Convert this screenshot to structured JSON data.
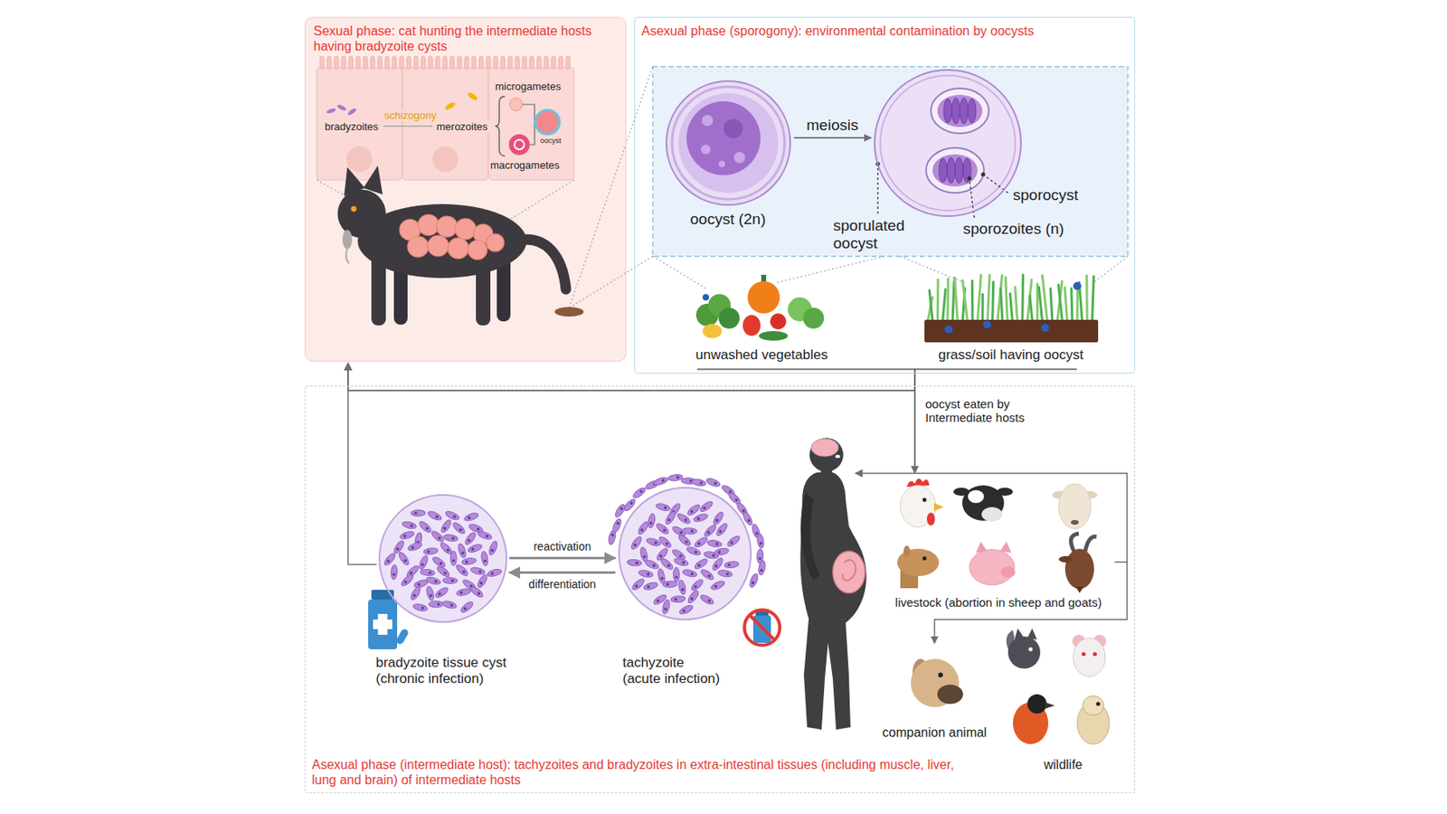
{
  "diagram": {
    "nodes": [
      {
        "text": [
          "Sexual phase: cat hunting the intermediate hosts having bradyzoite cysts"
        ]
      },
      {
        "text": [
          "Asexual phase (sporogony): environmental contamination by oocysts"
        ]
      },
      {
        "text": [
          "oocyst (2n)"
        ],
        "in": 1
      },
      {
        "text": [
          "sporulated oocyst"
        ],
        "in": 1
      },
      {
        "text": [
          "unwashed vegetables"
        ],
        "in": 1
      },
      {
        "text": [
          "grass/soil having oocyst"
        ],
        "in": 1
      },
      {
        "text": [
          "Asexual phase (intermediate host): tachyzoites and bradyzoites in extra-intestinal tissues (including muscle, liver, lung and brain) of intermediate hosts"
        ]
      },
      {
        "text": [
          "bradyzoite tissue cyst",
          "(chronic infection)"
        ],
        "in": 6
      },
      {
        "text": [
          "tachyzoite",
          "(acute infection)"
        ],
        "in": 6
      },
      {
        "text": [
          "livestock (abortion in sheep and goats)"
        ],
        "in": 6
      },
      {
        "text": [
          "companion animal"
        ],
        "in": 6
      },
      {
        "text": [
          "wildlife"
        ],
        "in": 6
      }
    ],
    "edges": [
      {
        "from": 2,
        "to": 3,
        "label": "meiosis",
        "arrow": "to"
      },
      {
        "from": 4,
        "to": 9,
        "label": "oocyst eaten by Intermediate hosts",
        "arrow": "to"
      },
      {
        "from": 5,
        "to": 9,
        "arrow": "to"
      },
      {
        "from": 4,
        "to": 0,
        "arrow": "to"
      },
      {
        "from": 5,
        "to": 0,
        "arrow": "to"
      },
      {
        "from": 7,
        "to": 0,
        "arrow": "to"
      },
      {
        "from": 7,
        "to": 8,
        "label": "reactivation",
        "arrow": "to"
      },
      {
        "from": 8,
        "to": 7,
        "label": "differentiation",
        "arrow": "to"
      },
      {
        "from": 9,
        "to": 10,
        "arrow": "to"
      }
    ],
    "labels": [
      "bradyzoites",
      "schizogony",
      "merozoites",
      "microgametes",
      "oocyst",
      "macrogametes",
      "sporocyst",
      "sporozoites (n)"
    ]
  }
}
